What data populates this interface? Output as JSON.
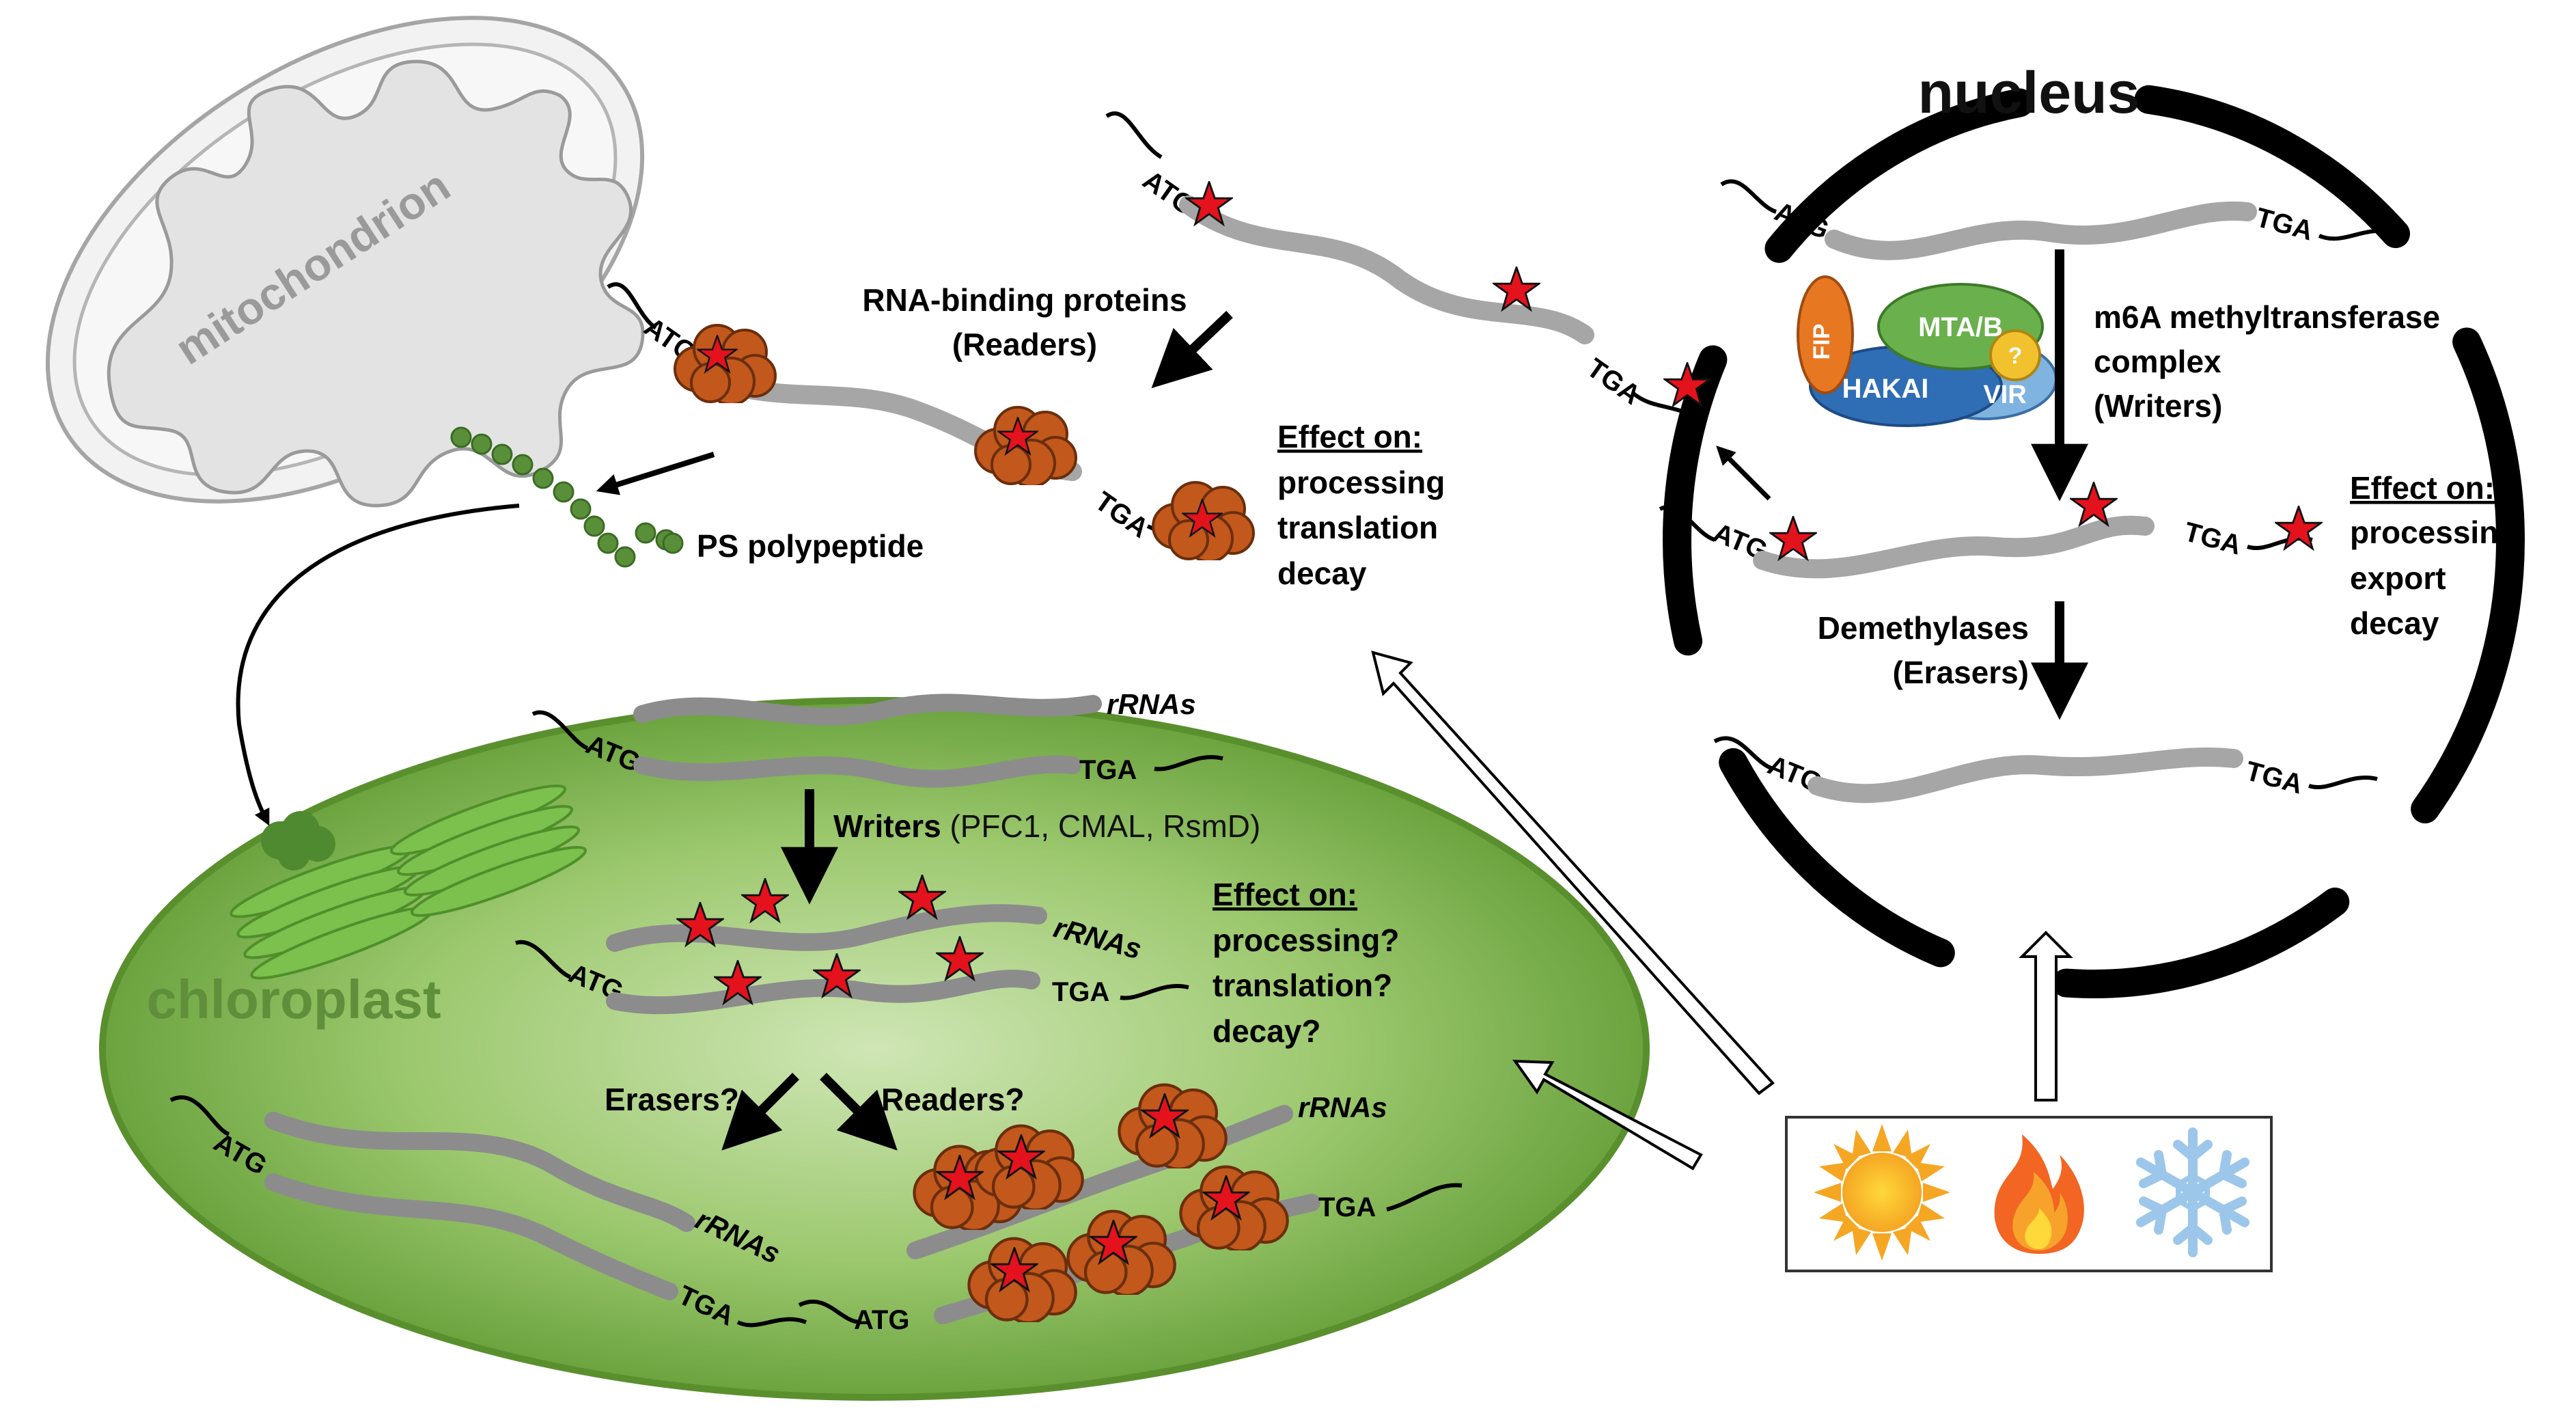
{
  "organelles": {
    "mitochondrion": "mitochondrion",
    "nucleus": "nucleus",
    "chloroplast": "chloroplast"
  },
  "codons": {
    "start": "ATG",
    "stop": "TGA"
  },
  "cytoplasm": {
    "readers": [
      "RNA-binding proteins",
      "(Readers)"
    ],
    "polypeptide": "PS polypeptide",
    "effect_title": "Effect on:",
    "effects": [
      "processing",
      "translation",
      "decay"
    ]
  },
  "nucleus_panel": {
    "writers": [
      "m6A methyltransferase",
      "complex",
      "(Writers)"
    ],
    "complex_parts": {
      "fip": "FIP",
      "mta": "MTA/B",
      "hakai": "HAKAI",
      "vir": "VIR",
      "unknown": "?"
    },
    "erasers": [
      "Demethylases",
      "(Erasers)"
    ],
    "effect_title": "Effect on:",
    "effects": [
      "processing",
      "export",
      "decay"
    ]
  },
  "chloroplast_panel": {
    "rrna_label": "rRNAs",
    "writers_bold": "Writers",
    "writers_names": " (PFC1, CMAL, RsmD)",
    "effect_title": "Effect on:",
    "effects": [
      "processing?",
      "translation?",
      "decay?"
    ],
    "erasers": "Erasers?",
    "readers": "Readers?"
  },
  "stimuli": [
    "sun-icon",
    "fire-icon",
    "snowflake-icon"
  ],
  "colors": {
    "chloroplast": "#7db54a",
    "ribosome": "#c2581c",
    "star": "#e4121c",
    "fip": "#e87722",
    "mta": "#6ab04c",
    "hakai": "#2f6db5",
    "vir": "#7fb3e0",
    "unknown": "#f2c12e",
    "polypeptide": "#5a8f3a"
  }
}
